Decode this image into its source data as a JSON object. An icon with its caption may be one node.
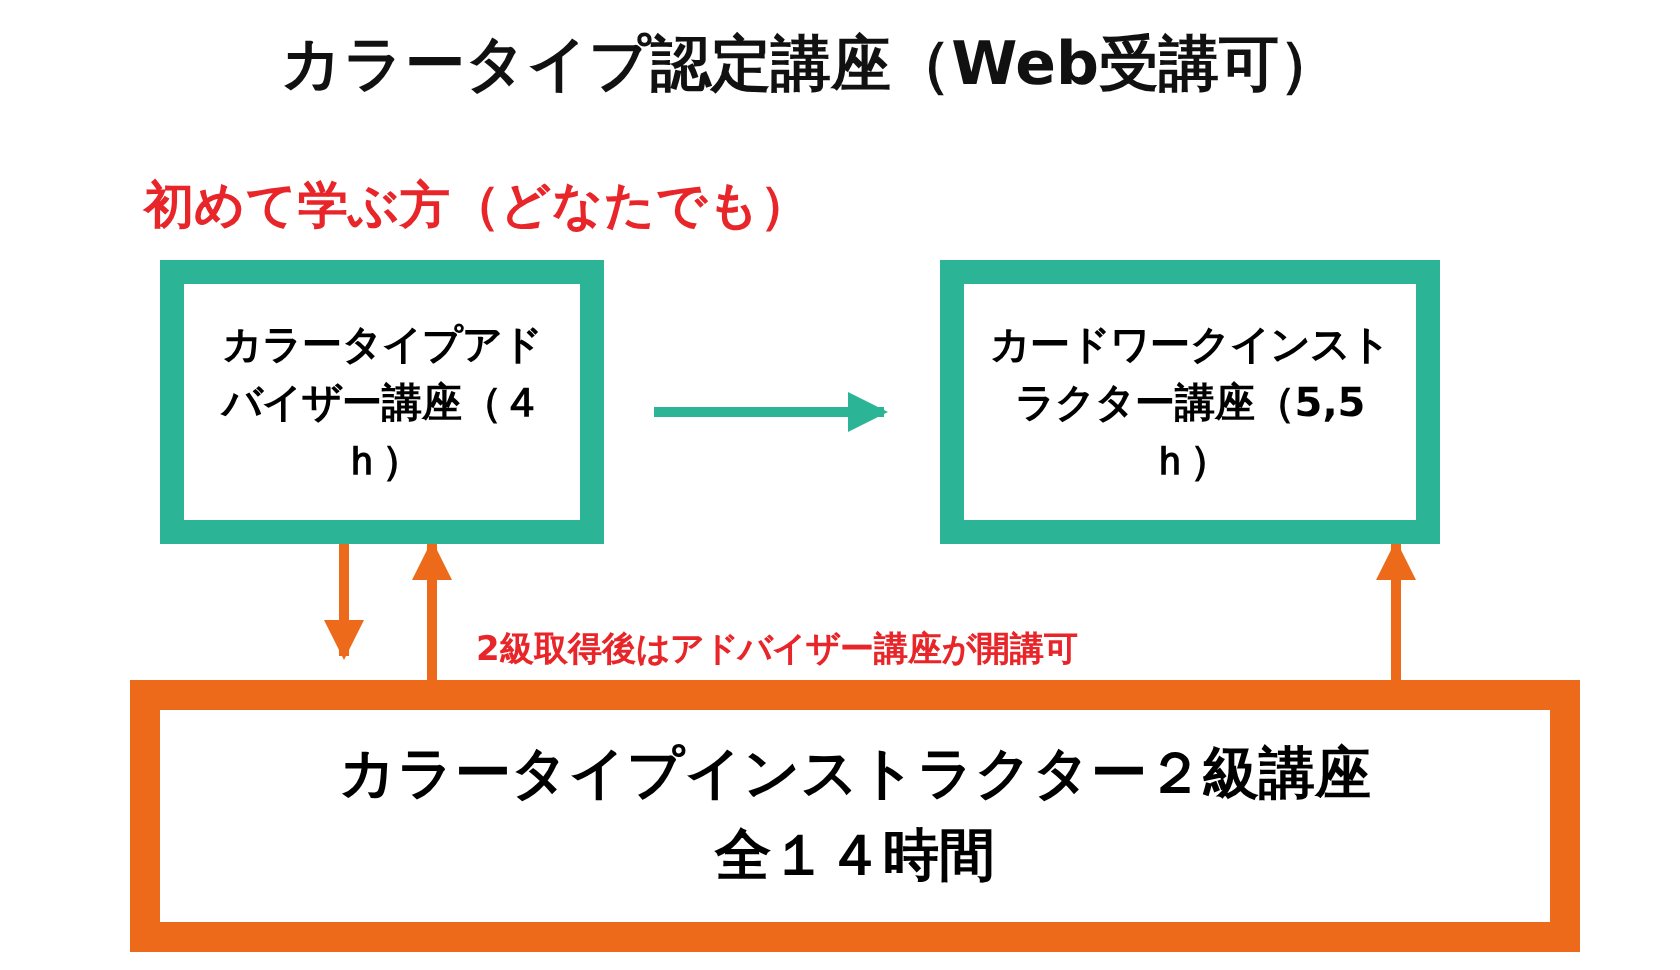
{
  "diagram": {
    "title": "カラータイプ認定講座（Web受講可）",
    "nodes": [
      {
        "text": [
          "カラータイプアドバイザー講座（４ｈ）"
        ]
      },
      {
        "text": [
          "カードワークインストラクター講座（5,5ｈ）"
        ]
      },
      {
        "text": [
          "カラータイプインストラクター２級講座",
          "全１４時間"
        ]
      }
    ],
    "edges": [
      {
        "from": 0,
        "to": 1,
        "arrow": "to",
        "color": "#2bb596"
      },
      {
        "from": 0,
        "to": 2,
        "arrow": "to"
      },
      {
        "from": 2,
        "to": 0,
        "arrow": "to"
      },
      {
        "from": 2,
        "to": 1,
        "arrow": "to"
      }
    ],
    "labels": [
      "初めて学ぶ方（どなたでも）",
      "2級取得後はアドバイザー講座が開講可"
    ]
  }
}
